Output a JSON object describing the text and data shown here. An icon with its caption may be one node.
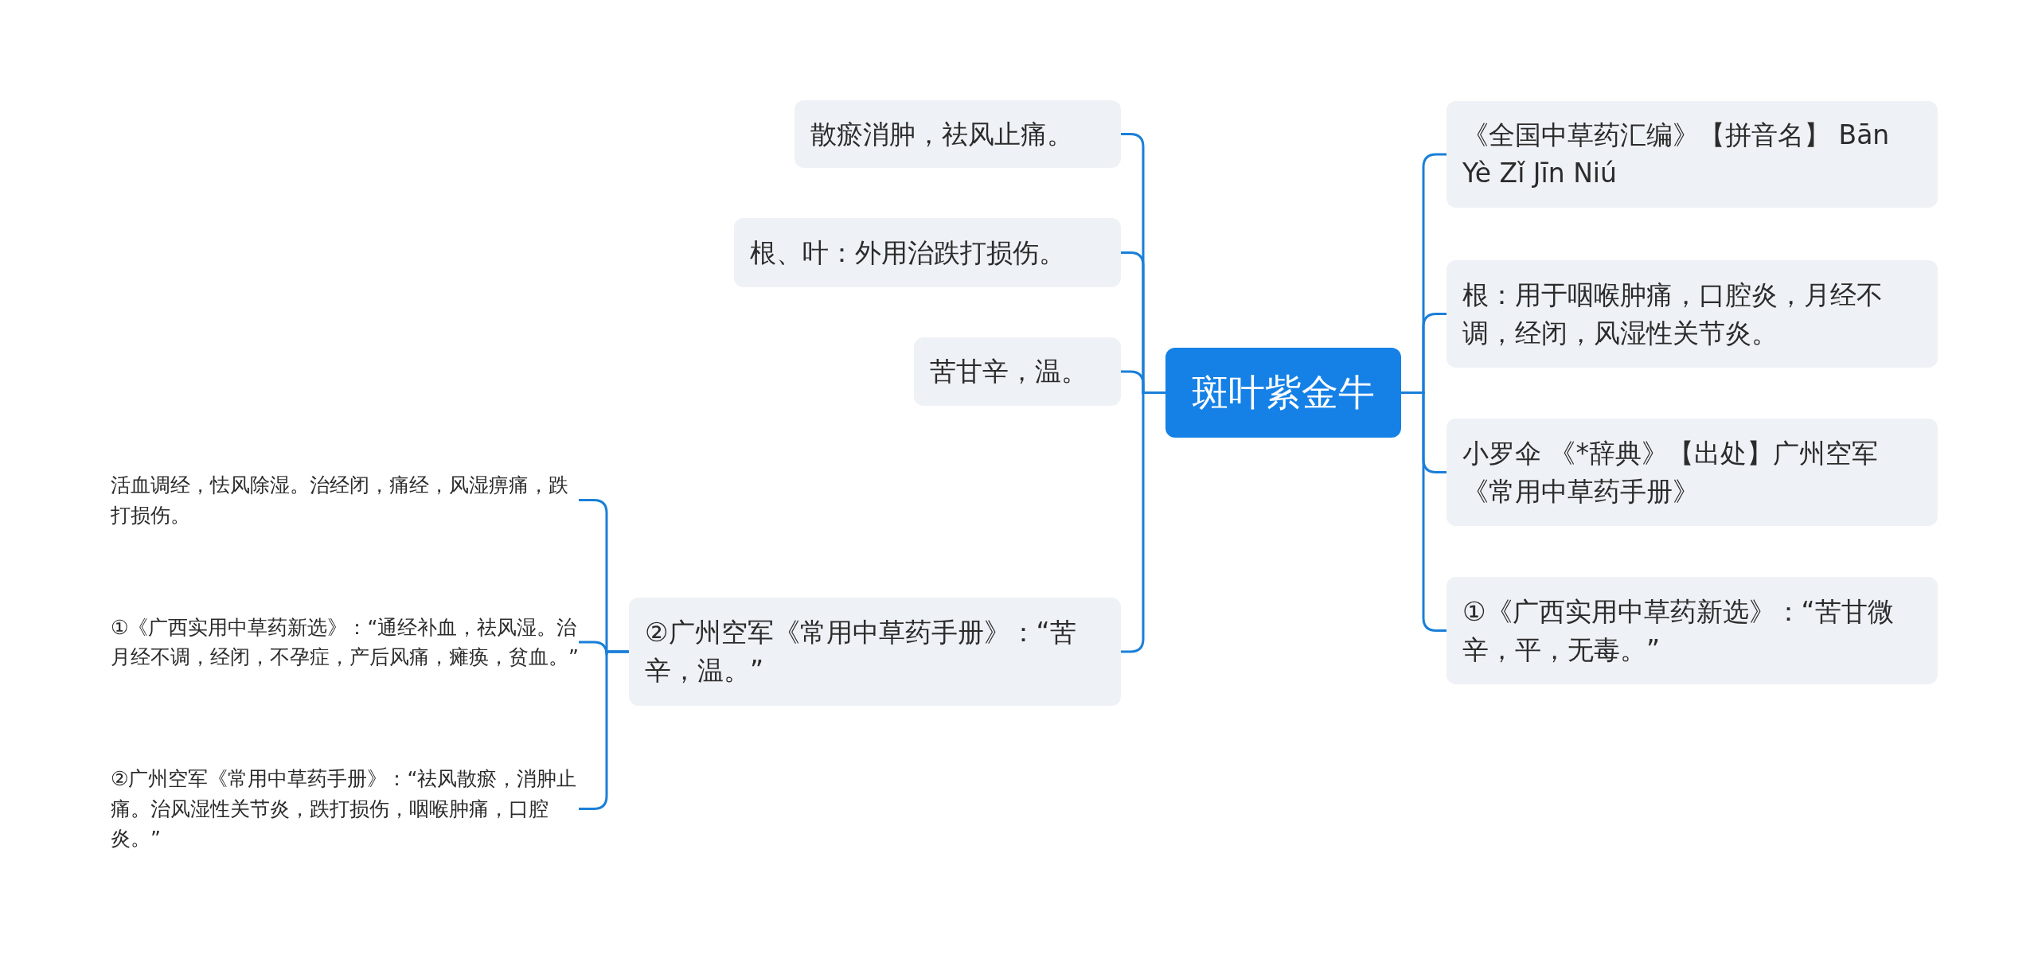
{
  "diagram": {
    "nodes": [
      {
        "text": [
          "斑叶紫金牛"
        ]
      },
      {
        "text": [
          "散瘀消肿，祛风止痛。"
        ]
      },
      {
        "text": [
          "根、叶：外用治跌打损伤。"
        ]
      },
      {
        "text": [
          "苦甘辛，温。"
        ]
      },
      {
        "text": [
          "②广州空军《常用中草药手册》：“苦辛，温。”"
        ]
      },
      {
        "text": [
          "活血调经，怯风除湿。治经闭，痛经，风湿痹痛，跌打损伤。"
        ]
      },
      {
        "text": [
          "①《广西实用中草药新选》：“通经补血，祛风湿。治月经不调，经闭，不孕症，产后风痛，瘫痪，贫血。”"
        ]
      },
      {
        "text": [
          "②广州空军《常用中草药手册》：“祛风散瘀，消肿止痛。治风湿性关节炎，跌打损伤，咽喉肿痛，口腔炎。”"
        ]
      },
      {
        "text": [
          "《全国中草药汇编》【拼音名】 Bān Yè Zǐ Jīn Niú"
        ]
      },
      {
        "text": [
          "根：用于咽喉肿痛，口腔炎，月经不调，经闭，风湿性关节炎。"
        ]
      },
      {
        "text": [
          "小罗伞 《*辞典》【出处】广州空军《常用中草药手册》"
        ]
      },
      {
        "text": [
          "①《广西实用中草药新选》：“苦甘微辛，平，无毒。”"
        ]
      }
    ],
    "edges": [
      {
        "from": 0,
        "to": 1,
        "arrow": "none"
      },
      {
        "from": 0,
        "to": 2,
        "arrow": "none"
      },
      {
        "from": 0,
        "to": 3,
        "arrow": "none"
      },
      {
        "from": 0,
        "to": 4,
        "arrow": "none"
      },
      {
        "from": 4,
        "to": 5,
        "arrow": "none"
      },
      {
        "from": 4,
        "to": 6,
        "arrow": "none"
      },
      {
        "from": 4,
        "to": 7,
        "arrow": "none"
      },
      {
        "from": 0,
        "to": 8,
        "arrow": "none"
      },
      {
        "from": 0,
        "to": 9,
        "arrow": "none"
      },
      {
        "from": 0,
        "to": 10,
        "arrow": "none"
      },
      {
        "from": 0,
        "to": 11,
        "arrow": "none"
      }
    ]
  }
}
